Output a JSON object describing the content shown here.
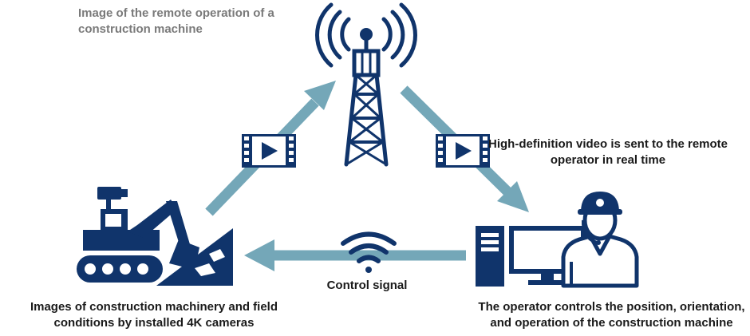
{
  "captions": {
    "title": "Image of the remote operation of a construction machine",
    "video": "High-definition video is sent to the remote operator in real time",
    "control": "Control signal",
    "machine": "Images of construction machinery and field conditions by installed 4K cameras",
    "operator": "The operator controls the position, orientation, and operation of the construction machine"
  },
  "colors": {
    "navy": "#10346b",
    "arrow": "#74a7b8",
    "title_text": "#7a7a7a"
  },
  "icons": [
    "antenna-tower-icon",
    "video-icon",
    "excavator-icon",
    "camera-icon",
    "wifi-icon",
    "computer-icon",
    "operator-icon"
  ]
}
